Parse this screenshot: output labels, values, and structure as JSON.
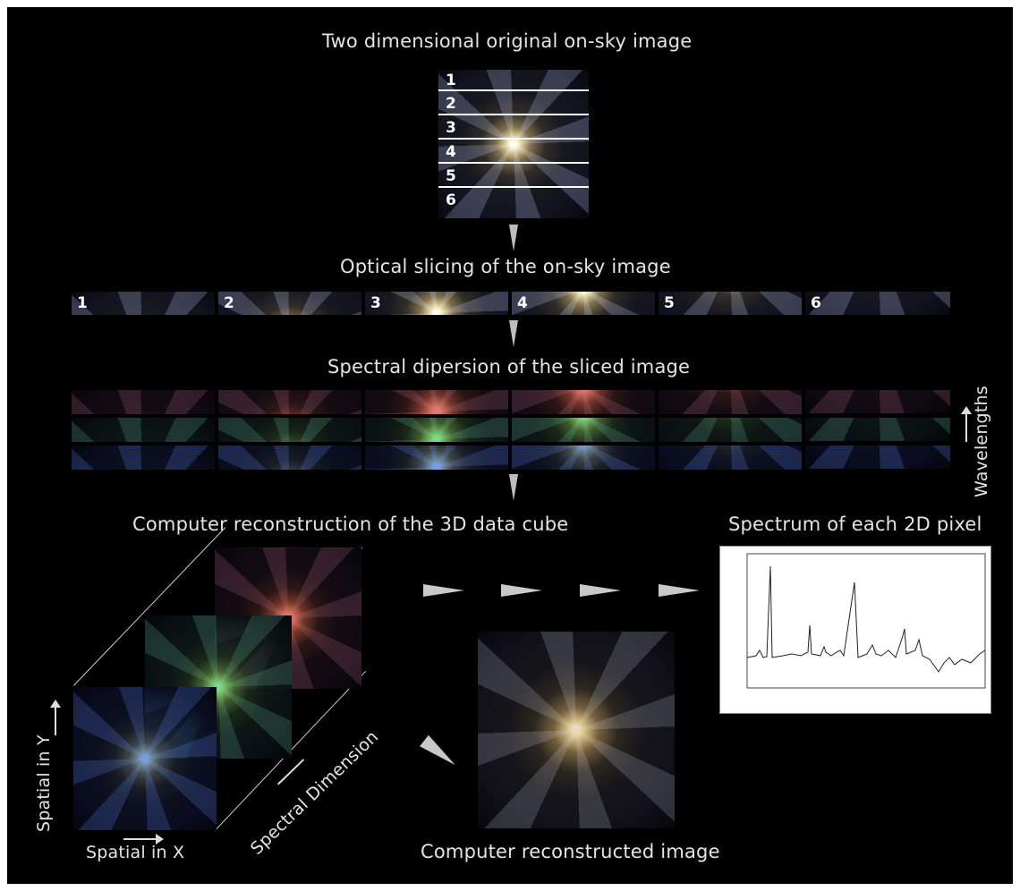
{
  "titles": {
    "original": "Two dimensional original on-sky image",
    "slicing": "Optical slicing of the on-sky image",
    "dispersion": "Spectral dipersion of the sliced image",
    "cube": "Computer reconstruction of the 3D data cube",
    "spectrum": "Spectrum of each 2D pixel",
    "reconstructed": "Computer reconstructed image"
  },
  "axes": {
    "wavelengths": "Wavelengths",
    "spatial_y": "Spatial in Y",
    "spatial_x": "Spatial in X",
    "spectral": "Spectral Dimension"
  },
  "slice_numbers": [
    "1",
    "2",
    "3",
    "4",
    "5",
    "6"
  ],
  "colors": {
    "background": "#000000",
    "text": "#e4e4e4",
    "red_band": "#c8505a",
    "green_band": "#3fa060",
    "blue_band": "#3c64c8"
  }
}
